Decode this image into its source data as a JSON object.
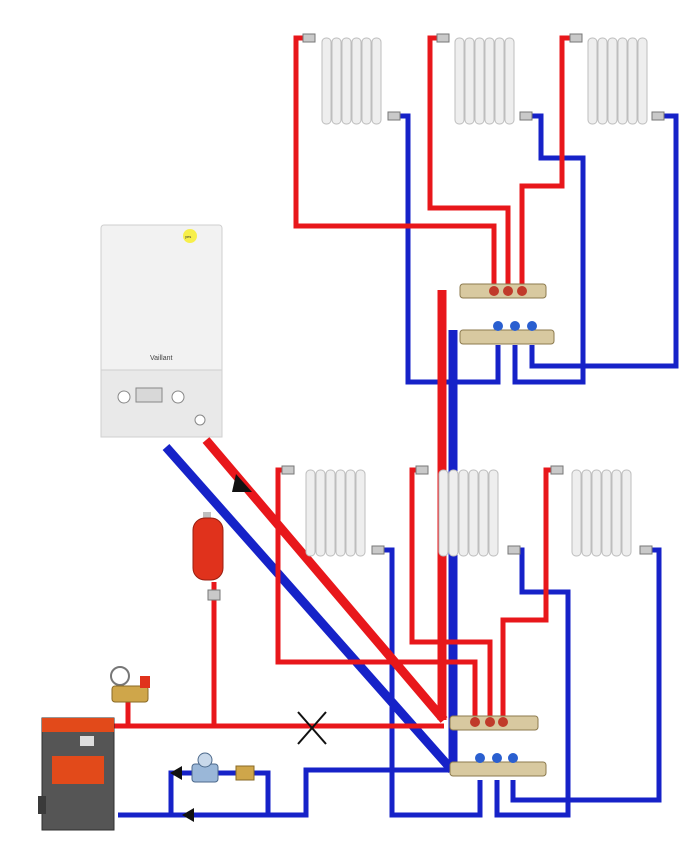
{
  "colors": {
    "supply": "#e8171b",
    "return": "#1622c8",
    "radiator": "#eeeeee",
    "radiator_edge": "#bdbdbd",
    "boiler_body": "#f2f2f2",
    "expansion_tank": "#e0321c",
    "solid_fuel_boiler": "#555555",
    "firebox": "#e24a1a",
    "manifold": "#d8c9a0",
    "valve_knob": "#2a5fd0"
  },
  "wall_boiler": {
    "brand": "Vaillant",
    "badge": "yes",
    "icon": "wall-gas-boiler-icon"
  },
  "floors": [
    {
      "level": "upper",
      "radiator_count": 3
    },
    {
      "level": "lower",
      "radiator_count": 3
    }
  ],
  "components": {
    "expansion_tank": "expansion-tank-icon",
    "safety_group": "safety-group-icon",
    "circulation_pump": "circulation-pump-icon",
    "solid_fuel_boiler": "solid-fuel-boiler-icon",
    "closed_valve": "closed-valve-cross-icon"
  }
}
